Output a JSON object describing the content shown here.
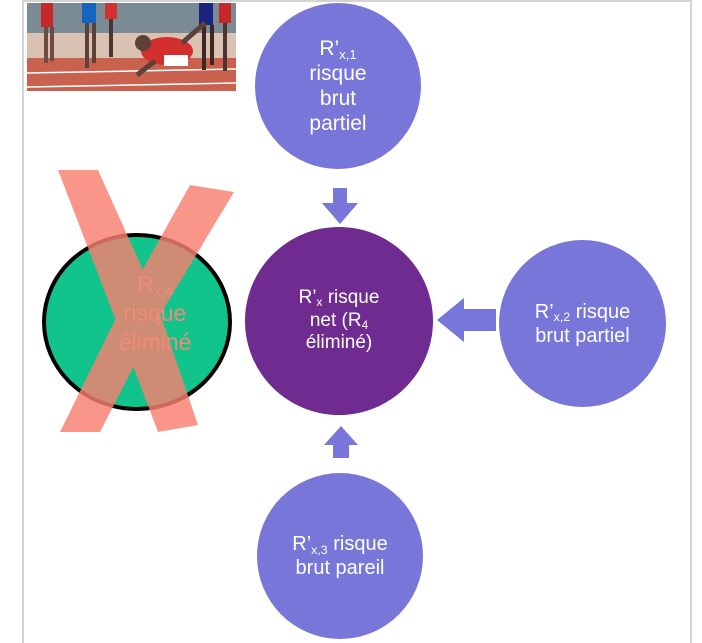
{
  "colors": {
    "outer_circle": "#7876d9",
    "center_circle": "#6f2b90",
    "eliminated_fill": "#10c48c",
    "eliminated_cross": "#fa8070",
    "arrow": "#7876d9"
  },
  "photo": {
    "icon": "sprinters-falling-photo"
  },
  "nodes": {
    "top": {
      "sym": "R’",
      "sub": "x,1",
      "l1": "risque",
      "l2": "brut",
      "l3": "partiel"
    },
    "right": {
      "sym": "R’",
      "sub": "x,2",
      "l1": "risque",
      "l2": "brut partiel"
    },
    "bottom": {
      "sym": "R’",
      "sub": "x,3",
      "l1": "risque",
      "l2": "brut pareil"
    },
    "center": {
      "sym": "R’",
      "sub": "x",
      "l1": "risque",
      "l2a": "net (R",
      "l2sub": "4",
      "l3": "éliminé)"
    },
    "eliminated": {
      "sym": "R",
      "sub": "x,4",
      "l1": "risque",
      "l2": "éliminé"
    }
  }
}
